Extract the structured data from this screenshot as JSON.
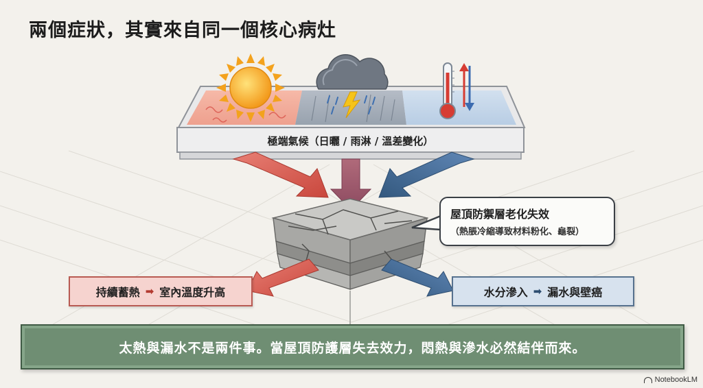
{
  "title": "兩個症狀，其實來自同一個核心病灶",
  "panel": {
    "label": "極端氣候（日曬 / 雨淋 / 溫差變化）",
    "icons": [
      "sun-icon",
      "storm-cloud-icon",
      "thermometer-icon"
    ]
  },
  "callout": {
    "title": "屋頂防禦層老化失效",
    "subtitle": "（熱脹冷縮導致材料粉化、龜裂）"
  },
  "effects": {
    "left": {
      "cause": "持續蓄熱",
      "arrow": "➡",
      "result": "室內溫度升高"
    },
    "right": {
      "cause": "水分滲入",
      "arrow": "➡",
      "result": "漏水與壁癌"
    }
  },
  "conclusion": "太熱與漏水不是兩件事。當屋頂防護層失去效力，悶熱與滲水必然結伴而來。",
  "credit": "NotebookLM",
  "colors": {
    "heat": "#d9534a",
    "rain": "#7a8796",
    "cold": "#3b5f8c",
    "conclusion_bg": "#6f8e73"
  }
}
